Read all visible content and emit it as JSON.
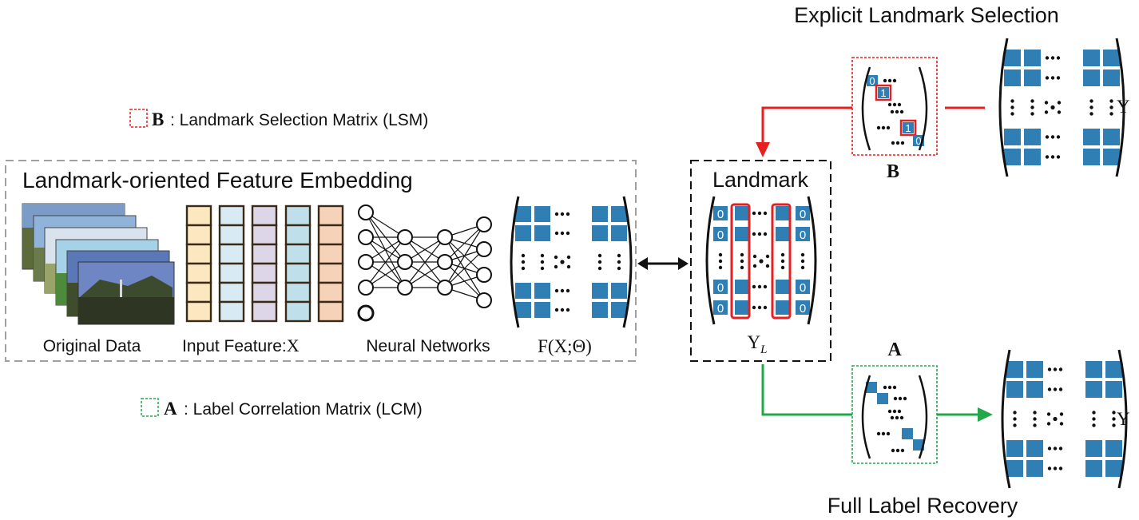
{
  "titles": {
    "explicit": "Explicit Landmark Selection",
    "full_recovery": "Full Label Recovery",
    "embedding": "Landmark-oriented Feature Embedding",
    "landmark": "Landmark"
  },
  "legend": {
    "b_symbol": "B",
    "b_text": ": Landmark Selection Matrix (LSM)",
    "a_symbol": "A",
    "a_text": ": Label Correlation Matrix (LCM)"
  },
  "captions": {
    "original": "Original Data",
    "input_prefix": "Input Feature:",
    "input_var": "X",
    "networks": "Neural Networks",
    "fx": "F(X;Θ)",
    "yl_main": "Y",
    "yl_sub": "L",
    "b_label": "B",
    "a_label": "A",
    "y_top": "Y",
    "y_bottom": "Y"
  },
  "matrix_glyphs": {
    "zero": "0",
    "one": "1",
    "ellipsis": "⋯"
  },
  "colors": {
    "cell_blue": "#2f7fb5",
    "red": "#e62020",
    "green": "#22a84a",
    "frame_gray": "#a0a0a0",
    "black": "#111111"
  }
}
